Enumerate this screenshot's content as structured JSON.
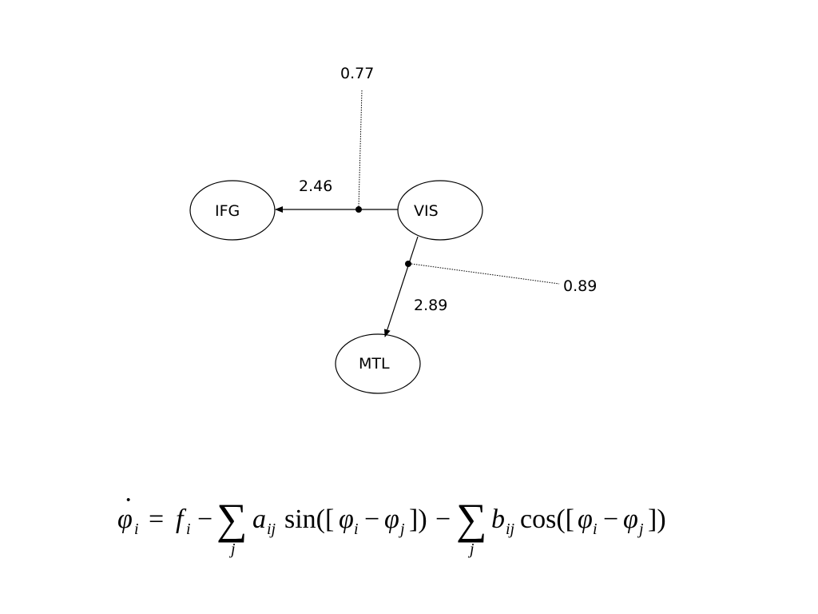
{
  "diagram": {
    "nodes": {
      "ifg": "IFG",
      "vis": "VIS",
      "mtl": "MTL"
    },
    "edges": {
      "vis_to_ifg": "2.46",
      "vis_to_mtl": "2.89"
    },
    "modulators": {
      "top": "0.77",
      "right": "0.89"
    }
  },
  "equation": {
    "phi": "φ",
    "i": "i",
    "j": "j",
    "f": "f",
    "a": "a",
    "b": "b",
    "ij": "ij",
    "equals": "=",
    "minus": "−",
    "sigma": "∑",
    "sin_open": "sin([",
    "cos_open": "cos([",
    "close": "])",
    "dot": "·"
  }
}
